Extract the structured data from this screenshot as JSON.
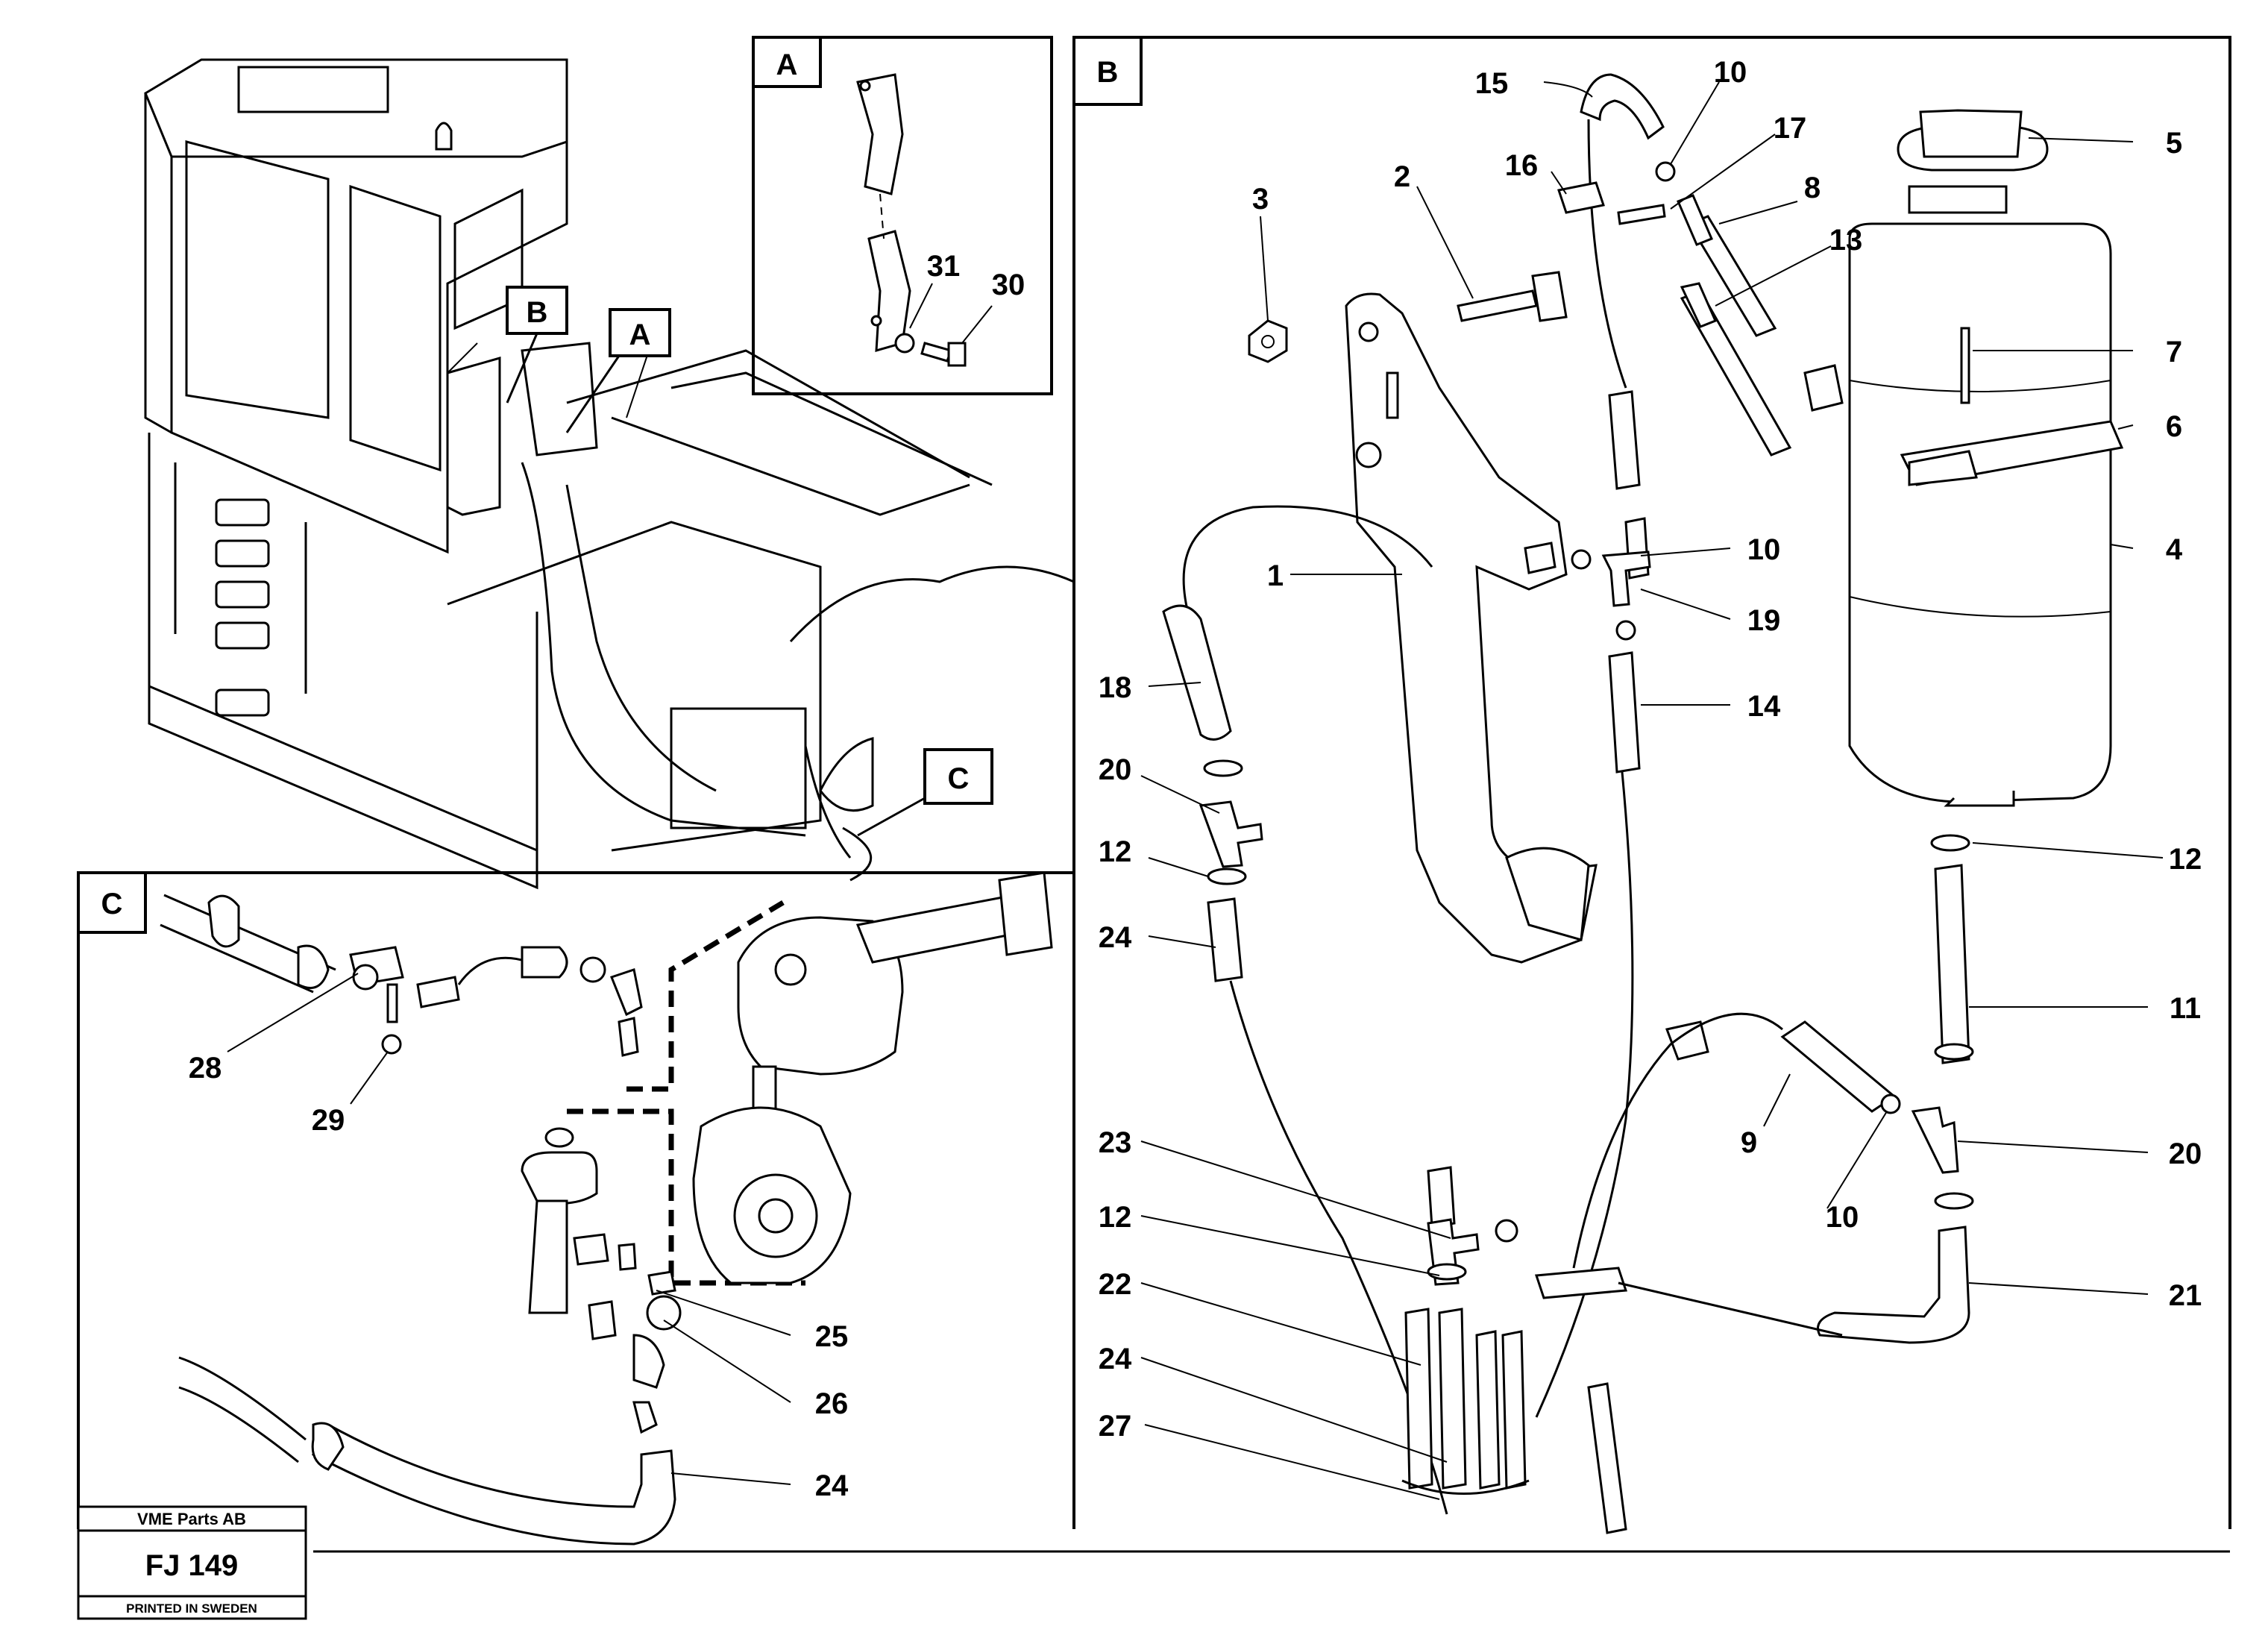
{
  "panels": {
    "A": {
      "label": "A",
      "callouts": [
        "31",
        "30"
      ]
    },
    "B": {
      "label": "B",
      "callouts": [
        "15",
        "10",
        "17",
        "16",
        "2",
        "8",
        "13",
        "3",
        "5",
        "7",
        "6",
        "4",
        "1",
        "10",
        "19",
        "18",
        "14",
        "20",
        "12",
        "12",
        "24",
        "11",
        "23",
        "9",
        "20",
        "12",
        "10",
        "22",
        "21",
        "24",
        "27"
      ]
    },
    "C": {
      "label": "C",
      "callouts": [
        "28",
        "29",
        "25",
        "26",
        "24"
      ]
    }
  },
  "overview": {
    "marker_b": "B",
    "marker_a": "A",
    "marker_c": "C"
  },
  "title_block": {
    "company": "VME Parts AB",
    "code": "FJ 149",
    "printed": "PRINTED IN SWEDEN"
  }
}
